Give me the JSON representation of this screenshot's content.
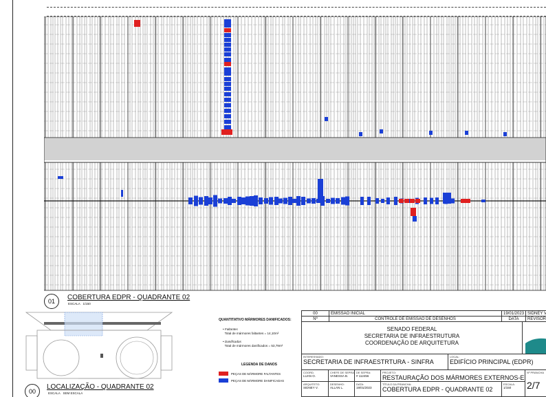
{
  "drawing": {
    "title_number": "01",
    "title": "COBERTURA EDPR - QUADRANTE 02",
    "scale_label": "ESCALA",
    "scale": "1/150"
  },
  "location": {
    "number": "00",
    "title": "LOCALIZAÇÃO - QUADRANTE 02",
    "scale_label": "ESCALA",
    "scale": "SEM ESCALA"
  },
  "quantities": {
    "heading": "QUANTITATIVO MÁRMORES DANIFICADOS:",
    "missing_label": "Faltantes",
    "missing_text": "Total de mármores faltantes = 14,10m²",
    "damaged_label": "Danificadas",
    "damaged_text": "Total de mármores danificados = 53,79m²"
  },
  "legend": {
    "heading": "LEGENDA DE DANOS",
    "items": [
      {
        "label": "PEÇAS DE MÁRMORE FALTANTES",
        "color": "#e02020"
      },
      {
        "label": "PEÇAS DE MÁRMORE DANIFICADAS",
        "color": "#1a3fd6"
      }
    ]
  },
  "emission": {
    "row1": {
      "num": "00",
      "desc": "EMISSÃO INICIAL",
      "date": "19/01/2023",
      "who": "SIDNEY V."
    },
    "header": {
      "num": "Nº",
      "desc": "CONTROLE DE EMISSÃO DE DESENHOS",
      "date": "DATA",
      "who": "REVISOR"
    }
  },
  "org": {
    "line1": "SENADO FEDERAL",
    "line2": "SECRETARIA DE INFRAESTRUTURA",
    "line3": "COORDENAÇÃO DE ARQUITETURA"
  },
  "titleblock": {
    "interessado_label": "INTERESSADO:",
    "interessado": "SECRETARIA DE INFRAESTRTURA - SINFRA",
    "local_label": "LOCAL:",
    "local": "EDIFÍCIO PRINCIPAL (EDPR)",
    "coord_label": "COORD.",
    "coord": "LUAN O.",
    "chefe_label": "CHEFE DE SEPRA:",
    "chefe": "VANESSA B.",
    "chefe2_label": "DE SEPRA:",
    "chefe2": "# 112456",
    "arq_label": "ARQUITETO:",
    "arq": "SIDNEY V.",
    "des_label": "DESENHO:",
    "des": "ALLAN L.",
    "data_label": "DATA:",
    "data": "19/01/2023",
    "projeto_label": "PROJETO:",
    "projeto": "RESTAURAÇÃO DOS MÁRMORES EXTERNOS-EDPR",
    "prancha_label": "TÍTULO DA PRANCHA:",
    "prancha": "COBERTURA EDPR - QUADRANTE 02",
    "escala_label": "ESCALA:",
    "escala": "1/150",
    "nprancha_label": "Nº PRANCHA",
    "nprancha": "2/7"
  },
  "colors": {
    "missing": "#e02020",
    "damaged": "#1a3fd6",
    "logo_teal": "#1e8a8a"
  }
}
